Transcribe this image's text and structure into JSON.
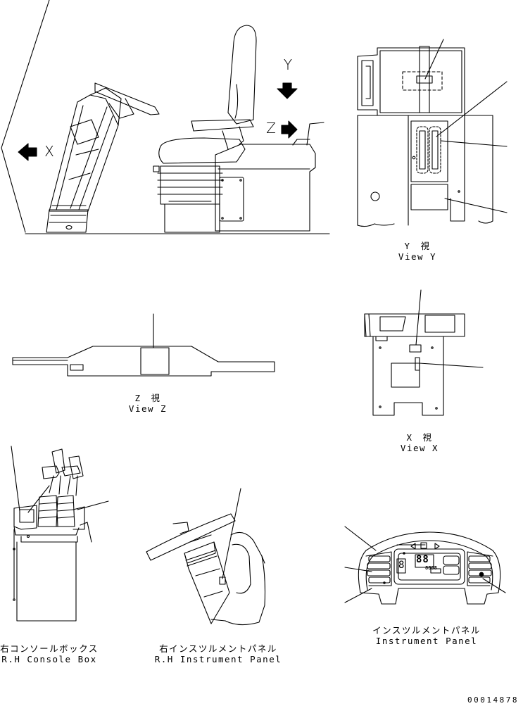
{
  "views": {
    "y": {
      "ja": "Y　視",
      "en": "View Y"
    },
    "z": {
      "ja": "Z　視",
      "en": "View Z"
    },
    "x": {
      "ja": "X　視",
      "en": "View X"
    }
  },
  "panels": {
    "rh_console": {
      "ja": "右コンソールボックス",
      "en": "R.H Console Box"
    },
    "rh_instrument": {
      "ja": "右インスツルメントパネル",
      "en": "R.H Instrument Panel"
    },
    "instrument": {
      "ja": "インスツルメントパネル",
      "en": "Instrument Panel"
    }
  },
  "arrows": {
    "x": "X",
    "y": "Y",
    "z": "Z"
  },
  "gauge": {
    "digits": "88",
    "small_digits": "8888",
    "single": "8"
  },
  "doc_number": "00014878"
}
